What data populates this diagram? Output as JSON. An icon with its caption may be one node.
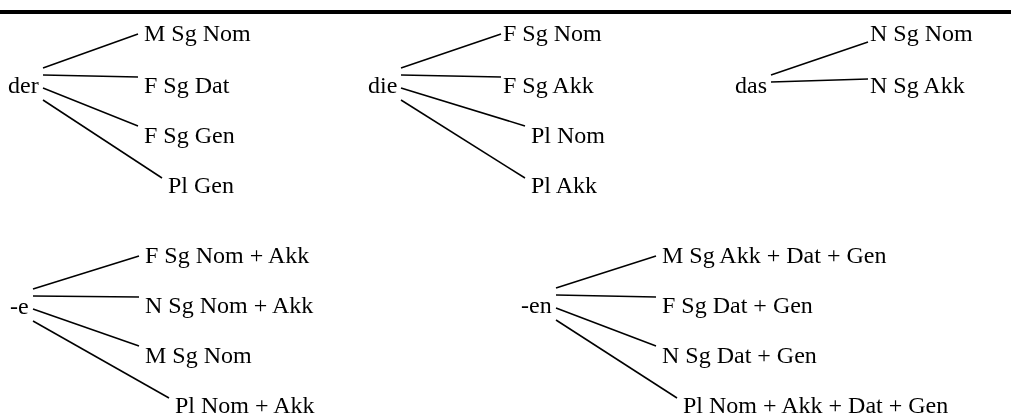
{
  "diagram": {
    "nodes": [
      {
        "text": [
          "der"
        ]
      },
      {
        "text": [
          "M Sg Nom"
        ]
      },
      {
        "text": [
          "F Sg Dat"
        ]
      },
      {
        "text": [
          "F Sg Gen"
        ]
      },
      {
        "text": [
          "Pl Gen"
        ]
      },
      {
        "text": [
          "die"
        ]
      },
      {
        "text": [
          "F Sg Nom"
        ]
      },
      {
        "text": [
          "F Sg Akk"
        ]
      },
      {
        "text": [
          "Pl Nom"
        ]
      },
      {
        "text": [
          "Pl Akk"
        ]
      },
      {
        "text": [
          "das"
        ]
      },
      {
        "text": [
          "N Sg Nom"
        ]
      },
      {
        "text": [
          "N Sg Akk"
        ]
      },
      {
        "text": [
          "-e"
        ]
      },
      {
        "text": [
          "F Sg Nom + Akk"
        ]
      },
      {
        "text": [
          "N Sg Nom + Akk"
        ]
      },
      {
        "text": [
          "M Sg Nom"
        ]
      },
      {
        "text": [
          "Pl Nom + Akk"
        ]
      },
      {
        "text": [
          "-en"
        ]
      },
      {
        "text": [
          "M Sg Akk + Dat + Gen"
        ]
      },
      {
        "text": [
          "F Sg Dat + Gen"
        ]
      },
      {
        "text": [
          "N Sg Dat + Gen"
        ]
      },
      {
        "text": [
          "Pl Nom + Akk + Dat + Gen"
        ]
      }
    ],
    "edges": [
      {
        "from": 0,
        "to": 1,
        "arrow": "none"
      },
      {
        "from": 0,
        "to": 2,
        "arrow": "none"
      },
      {
        "from": 0,
        "to": 3,
        "arrow": "none"
      },
      {
        "from": 0,
        "to": 4,
        "arrow": "none"
      },
      {
        "from": 5,
        "to": 6,
        "arrow": "none"
      },
      {
        "from": 5,
        "to": 7,
        "arrow": "none"
      },
      {
        "from": 5,
        "to": 8,
        "arrow": "none"
      },
      {
        "from": 5,
        "to": 9,
        "arrow": "none"
      },
      {
        "from": 10,
        "to": 11,
        "arrow": "none"
      },
      {
        "from": 10,
        "to": 12,
        "arrow": "none"
      },
      {
        "from": 13,
        "to": 14,
        "arrow": "none"
      },
      {
        "from": 13,
        "to": 15,
        "arrow": "none"
      },
      {
        "from": 13,
        "to": 16,
        "arrow": "none"
      },
      {
        "from": 13,
        "to": 17,
        "arrow": "none"
      },
      {
        "from": 18,
        "to": 19,
        "arrow": "none"
      },
      {
        "from": 18,
        "to": 20,
        "arrow": "none"
      },
      {
        "from": 18,
        "to": 21,
        "arrow": "none"
      },
      {
        "from": 18,
        "to": 22,
        "arrow": "none"
      }
    ]
  }
}
